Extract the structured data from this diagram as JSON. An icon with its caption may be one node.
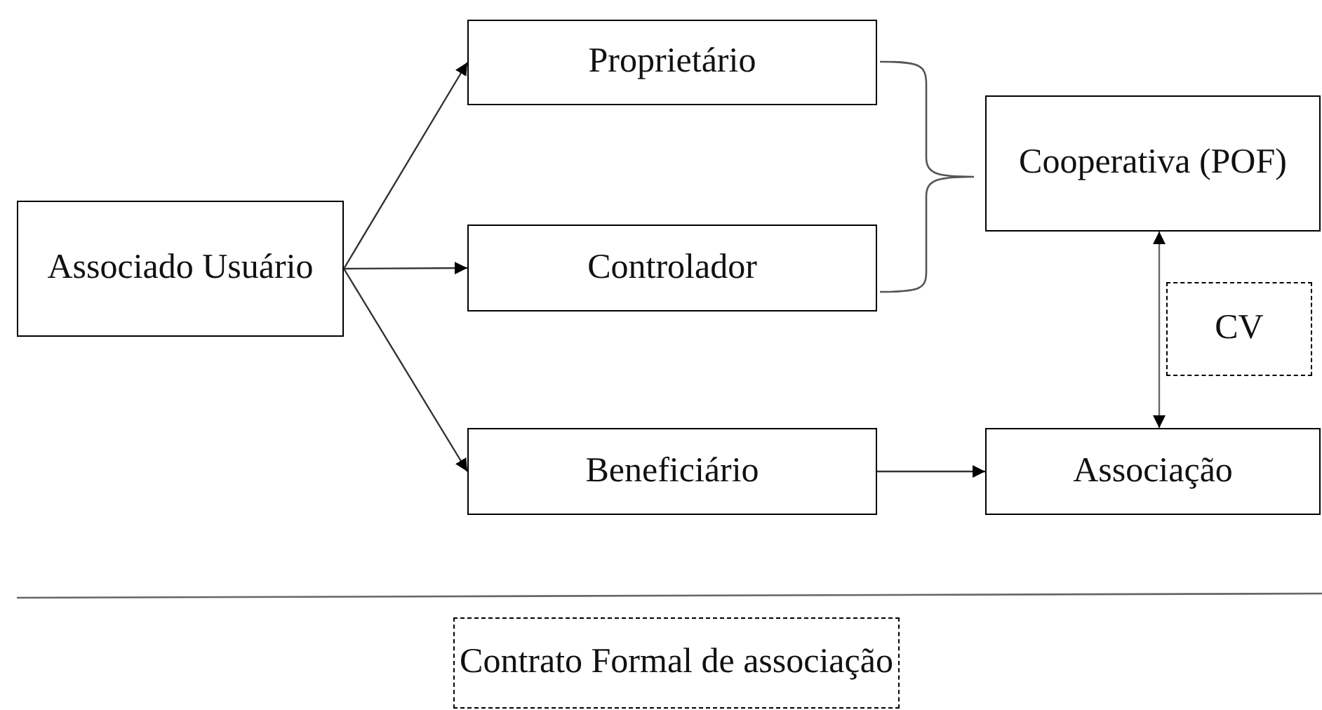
{
  "diagram": {
    "nodes": [
      {
        "text": [
          "Associado Usuário"
        ]
      },
      {
        "text": [
          "Proprietário"
        ]
      },
      {
        "text": [
          "Controlador"
        ]
      },
      {
        "text": [
          "Beneficiário"
        ]
      },
      {
        "text": [
          "Cooperativa (POF)"
        ]
      },
      {
        "text": [
          "Associação"
        ]
      },
      {
        "text": [
          "CV"
        ]
      },
      {
        "text": [
          "Contrato Formal de associação"
        ]
      }
    ],
    "edges": [
      {
        "from": 0,
        "to": 1,
        "arrow": "to"
      },
      {
        "from": 0,
        "to": 2,
        "arrow": "to"
      },
      {
        "from": 0,
        "to": 3,
        "arrow": "to"
      },
      {
        "from": 3,
        "to": 5,
        "arrow": "to"
      },
      {
        "from": 4,
        "to": 5,
        "arrow": "both"
      }
    ]
  }
}
